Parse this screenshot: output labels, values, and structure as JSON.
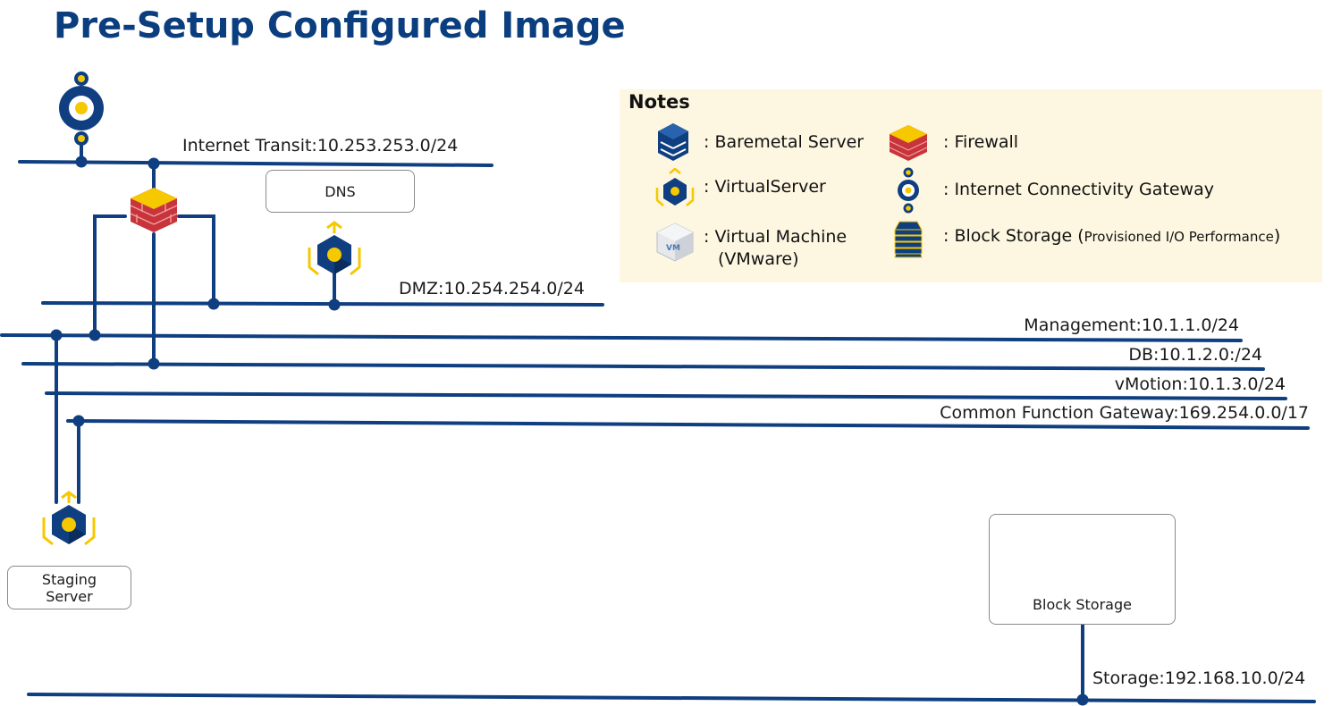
{
  "title": "Pre-Setup Configured Image",
  "networks": {
    "internet_transit": "Internet Transit:10.253.253.0/24",
    "dmz": "DMZ:10.254.254.0/24",
    "management": "Management:10.1.1.0/24",
    "db": "DB:10.1.2.0:/24",
    "vmotion": "vMotion:10.1.3.0/24",
    "common_function_gateway": "Common Function Gateway:169.254.0.0/17",
    "storage": "Storage:192.168.10.0/24"
  },
  "nodes": {
    "dns": "DNS",
    "staging_server": "Staging\nServer",
    "block_storage": "Block Storage"
  },
  "notes": {
    "heading": "Notes",
    "baremetal": ": Baremetal Server",
    "virtualserver": ": VirtualServer",
    "virtual_machine": ": Virtual Machine",
    "virtual_machine_sub": "(VMware)",
    "firewall": ": Firewall",
    "internet_gateway": ": Internet Connectivity Gateway",
    "block_storage": ": Block Storage (",
    "block_storage_small": "Provisioned I/O Performance",
    "block_storage_close": ")",
    "vm_badge": "VM"
  },
  "colors": {
    "line": "#0f3f80",
    "accent": "#f6c800",
    "firewall": "#c8343c",
    "title": "#0b3e7e",
    "notes_bg": "#fdf6e1"
  }
}
